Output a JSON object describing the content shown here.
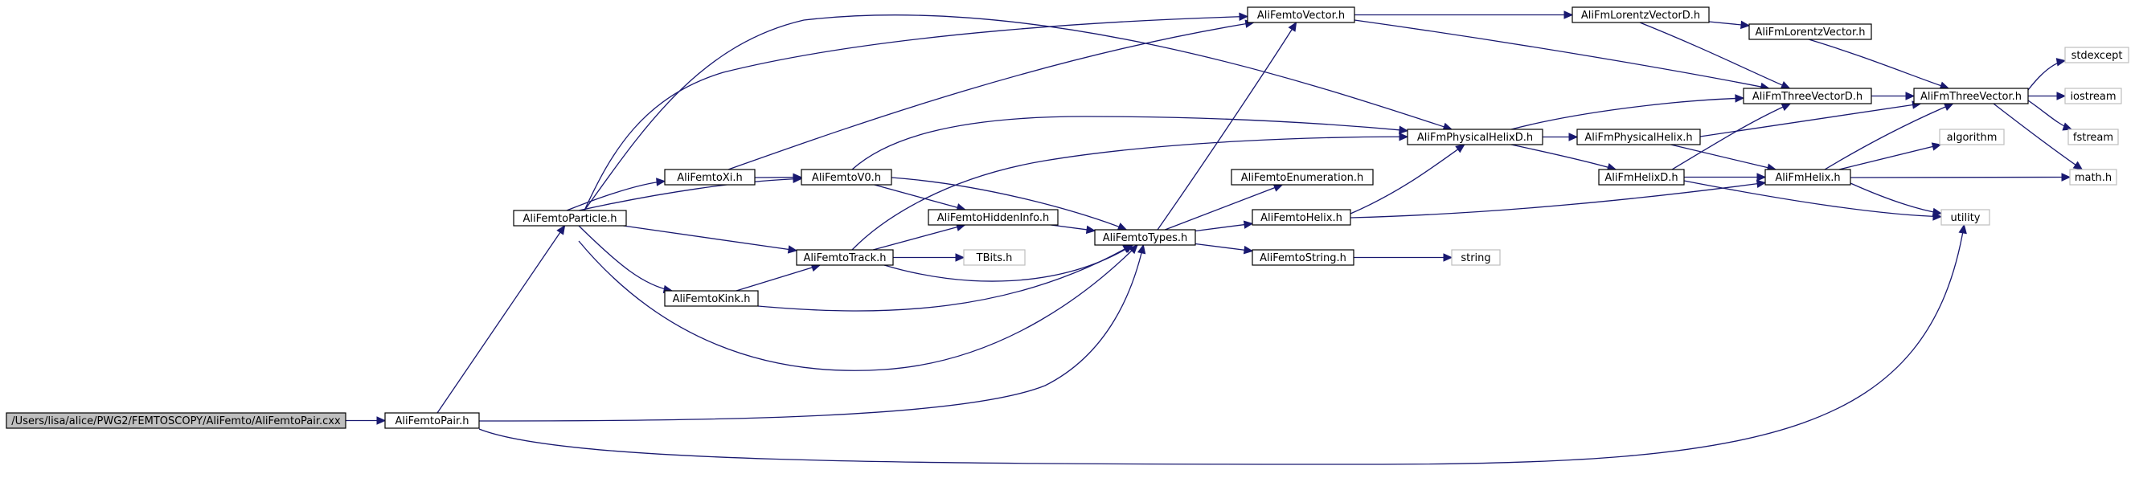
{
  "nodes": {
    "root": "/Users/lisa/alice/PWG2/FEMTOSCOPY/AliFemto/AliFemtoPair.cxx",
    "pair": "AliFemtoPair.h",
    "particle": "AliFemtoParticle.h",
    "xi": "AliFemtoXi.h",
    "v0": "AliFemtoV0.h",
    "track": "AliFemtoTrack.h",
    "kink": "AliFemtoKink.h",
    "hidden": "AliFemtoHiddenInfo.h",
    "tbits": "TBits.h",
    "types": "AliFemtoTypes.h",
    "vector": "AliFemtoVector.h",
    "enumeration": "AliFemtoEnumeration.h",
    "fhelix": "AliFemtoHelix.h",
    "fstring": "AliFemtoString.h",
    "string": "string",
    "lorentzD": "AliFmLorentzVectorD.h",
    "lorentz": "AliFmLorentzVector.h",
    "physhelixD": "AliFmPhysicalHelixD.h",
    "physhelix": "AliFmPhysicalHelix.h",
    "helixD": "AliFmHelixD.h",
    "threeD": "AliFmThreeVectorD.h",
    "three": "AliFmThreeVector.h",
    "helix": "AliFmHelix.h",
    "stdexcept": "stdexcept",
    "iostream": "iostream",
    "fstream": "fstream",
    "algorithm": "algorithm",
    "math": "math.h",
    "utility": "utility"
  },
  "edges": [
    [
      "root",
      "pair"
    ],
    [
      "pair",
      "particle"
    ],
    [
      "pair",
      "types"
    ],
    [
      "pair",
      "utility"
    ],
    [
      "particle",
      "xi"
    ],
    [
      "particle",
      "v0"
    ],
    [
      "particle",
      "track"
    ],
    [
      "particle",
      "kink"
    ],
    [
      "particle",
      "types"
    ],
    [
      "particle",
      "vector"
    ],
    [
      "particle",
      "physhelixD"
    ],
    [
      "xi",
      "v0"
    ],
    [
      "xi",
      "vector"
    ],
    [
      "v0",
      "hidden"
    ],
    [
      "v0",
      "types"
    ],
    [
      "v0",
      "physhelixD"
    ],
    [
      "kink",
      "track"
    ],
    [
      "kink",
      "types"
    ],
    [
      "track",
      "hidden"
    ],
    [
      "track",
      "tbits"
    ],
    [
      "track",
      "types"
    ],
    [
      "track",
      "physhelixD"
    ],
    [
      "hidden",
      "types"
    ],
    [
      "types",
      "vector"
    ],
    [
      "types",
      "enumeration"
    ],
    [
      "types",
      "fhelix"
    ],
    [
      "types",
      "fstring"
    ],
    [
      "fstring",
      "string"
    ],
    [
      "fhelix",
      "physhelixD"
    ],
    [
      "fhelix",
      "helix"
    ],
    [
      "vector",
      "lorentzD"
    ],
    [
      "vector",
      "threeD"
    ],
    [
      "lorentzD",
      "lorentz"
    ],
    [
      "lorentzD",
      "threeD"
    ],
    [
      "lorentz",
      "three"
    ],
    [
      "physhelixD",
      "physhelix"
    ],
    [
      "physhelixD",
      "helixD"
    ],
    [
      "physhelixD",
      "threeD"
    ],
    [
      "physhelix",
      "helix"
    ],
    [
      "physhelix",
      "three"
    ],
    [
      "helixD",
      "helix"
    ],
    [
      "helixD",
      "threeD"
    ],
    [
      "helixD",
      "utility"
    ],
    [
      "threeD",
      "three"
    ],
    [
      "three",
      "stdexcept"
    ],
    [
      "three",
      "iostream"
    ],
    [
      "three",
      "fstream"
    ],
    [
      "three",
      "math"
    ],
    [
      "helix",
      "three"
    ],
    [
      "helix",
      "algorithm"
    ],
    [
      "helix",
      "math"
    ],
    [
      "helix",
      "utility"
    ]
  ]
}
